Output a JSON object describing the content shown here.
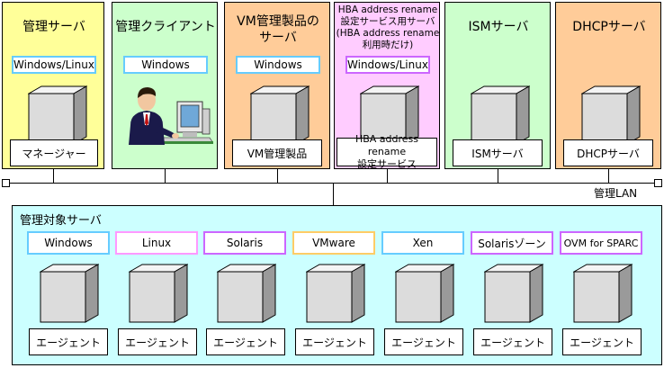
{
  "top_boxes": [
    {
      "title": "管理サーバ",
      "os": "Windows/Linux",
      "role": "マネージャー"
    },
    {
      "title": "管理クライアント",
      "os": "Windows"
    },
    {
      "title": "VM管理製品の\nサーバ",
      "os": "Windows",
      "role": "VM管理製品"
    },
    {
      "title": "HBA address rename\n設定サービス用サーバ\n(HBA address rename\n利用時だけ)",
      "os": "Windows/Linux",
      "role": "HBA address rename\n設定サービス"
    },
    {
      "title": "ISMサーバ",
      "role": "ISMサーバ"
    },
    {
      "title": "DHCPサーバ",
      "role": "DHCPサーバ"
    }
  ],
  "lan_label": "管理LAN",
  "managed": {
    "title": "管理対象サーバ",
    "servers": [
      {
        "os": "Windows",
        "role": "エージェント"
      },
      {
        "os": "Linux",
        "role": "エージェント"
      },
      {
        "os": "Solaris",
        "role": "エージェント"
      },
      {
        "os": "VMware",
        "role": "エージェント"
      },
      {
        "os": "Xen",
        "role": "エージェント"
      },
      {
        "os": "Solarisゾーン",
        "role": "エージェント"
      },
      {
        "os": "OVM for SPARC",
        "role": "エージェント"
      }
    ]
  },
  "colors": {
    "mgmt_server_bg": "#ffff99",
    "client_bg": "#ccffcc",
    "vm_bg": "#ffcc99",
    "hba_bg": "#ffccff",
    "ism_bg": "#ccffcc",
    "dhcp_bg": "#ffcc99",
    "managed_bg": "#ccffff",
    "windows_border": "#66ccff",
    "linux_border": "#ff99ff",
    "solaris_border": "#cc66ff",
    "vmware_border": "#ffcc66"
  }
}
